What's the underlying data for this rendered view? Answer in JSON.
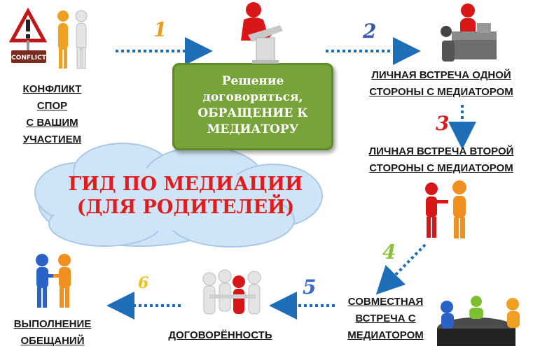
{
  "nodes": {
    "conflict": {
      "lines": [
        "КОНФЛИКТ",
        "СПОР",
        "С ВАШИМ",
        "УЧАСТИЕМ"
      ],
      "sign_text": "CONFLICT"
    },
    "decision": {
      "lines": [
        "Решение",
        "договориться,",
        "ОБРАЩЕНИЕ К",
        "МЕДИАТОРУ"
      ]
    },
    "meeting_one": {
      "lines": [
        "ЛИЧНАЯ ВСТРЕЧА ОДНОЙ",
        "СТОРОНЫ С МЕДИАТОРОМ"
      ]
    },
    "meeting_two": {
      "lines": [
        "ЛИЧНАЯ ВСТРЕЧА ВТОРОЙ",
        "СТОРОНЫ С МЕДИАТОРОМ"
      ]
    },
    "joint_meeting": {
      "lines": [
        "СОВМЕСТНАЯ",
        "ВСТРЕЧА С",
        "МЕДИАТОРОМ"
      ]
    },
    "agreement": {
      "lines": [
        "ДОГОВОРЁННОСТЬ"
      ]
    },
    "fulfillment": {
      "lines": [
        "ВЫПОЛНЕНИЕ",
        "ОБЕЩАНИЙ"
      ]
    }
  },
  "steps": [
    "1",
    "2",
    "3",
    "4",
    "5",
    "6"
  ],
  "step_colors": [
    "#e8a020",
    "#3a5aa8",
    "#d82020",
    "#8cc040",
    "#3a6ad0",
    "#f0c020"
  ],
  "cloud": {
    "lines": [
      "ГИД ПО МЕДИАЦИИ",
      "(ДЛЯ РОДИТЕЛЕЙ)"
    ]
  },
  "colors": {
    "arrow": "#1f6fb8",
    "box_fill": "#78a23a",
    "cloud_fill": "#cfe4f7",
    "cloud_text": "#e01c1c"
  },
  "icons": [
    "conflict-figures-icon",
    "speaker-podium-icon",
    "meeting-desk-icon",
    "two-people-arguing-icon",
    "round-table-icon",
    "group-hug-icon",
    "handshake-icon"
  ]
}
